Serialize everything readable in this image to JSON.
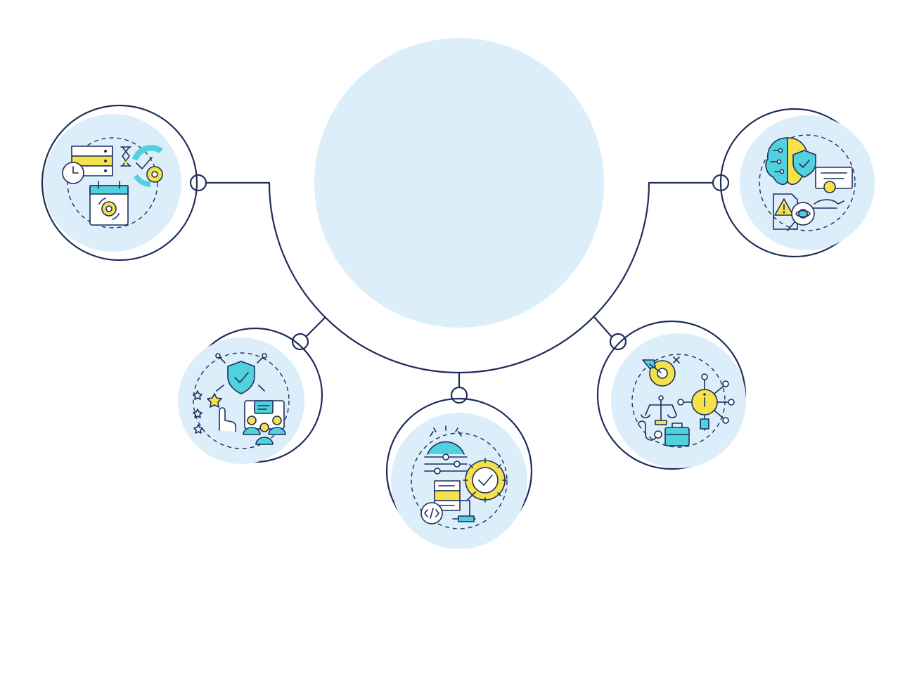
{
  "diagram": {
    "center_circle": {
      "label": ""
    },
    "nodes": [
      {
        "id": "scheduling",
        "icon": "data-scheduling-icon"
      },
      {
        "id": "trust-feedback",
        "icon": "trust-feedback-icon"
      },
      {
        "id": "system-optimization",
        "icon": "system-optimization-icon"
      },
      {
        "id": "decision-insight",
        "icon": "decision-insight-icon"
      },
      {
        "id": "ai-security",
        "icon": "ai-security-icon"
      }
    ]
  },
  "colors": {
    "outline": "#1f2d5c",
    "fill_light": "#dbeefa",
    "accent_teal": "#4fd1de",
    "accent_yellow": "#f3e24a",
    "icon_fill_white": "#ffffff"
  }
}
